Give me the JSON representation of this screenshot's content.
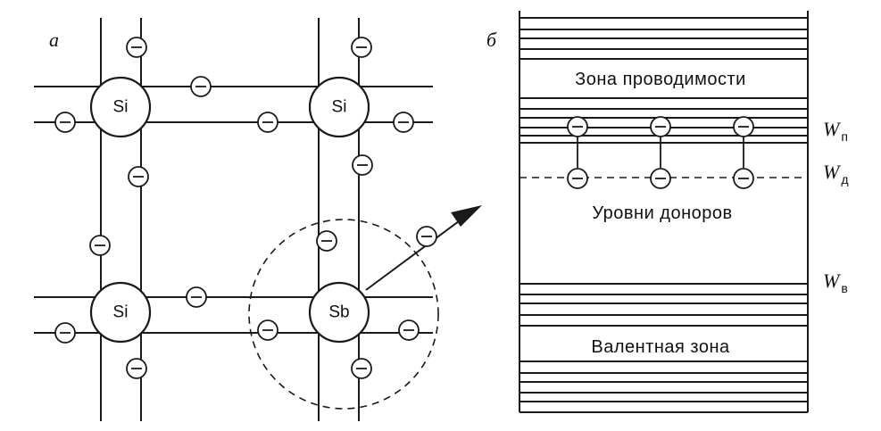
{
  "panels": {
    "a": {
      "label": "а",
      "atoms": [
        "Si",
        "Si",
        "Si",
        "Sb"
      ],
      "electron_symbol": "−"
    },
    "b": {
      "label": "б",
      "conduction_band_label": "Зона проводимости",
      "donor_levels_label": "Уровни доноров",
      "valence_band_label": "Валентная зона",
      "levels": [
        {
          "symbol": "W",
          "subscript": "п"
        },
        {
          "symbol": "W",
          "subscript": "д"
        },
        {
          "symbol": "W",
          "subscript": "в"
        }
      ]
    }
  }
}
